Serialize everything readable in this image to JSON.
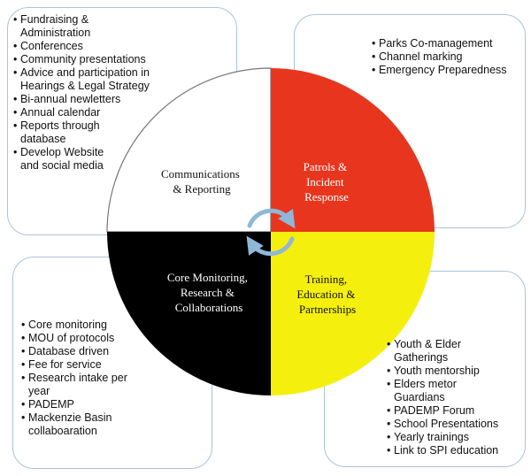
{
  "colors": {
    "communications": "#ffffff",
    "patrols": "#e8361e",
    "training": "#f5ef0e",
    "core": "#000000",
    "box_border": "#a9c4dc",
    "arrow": "#8fb8d8"
  },
  "quadrants": {
    "communications": {
      "line1": "Communications",
      "line2": "& Reporting",
      "line3": ""
    },
    "patrols": {
      "line1": "Patrols &",
      "line2": "Incident",
      "line3": "Response"
    },
    "core": {
      "line1": "Core Monitoring,",
      "line2": "Research &",
      "line3": "Collaborations"
    },
    "training": {
      "line1": "Training,",
      "line2": "Education &",
      "line3": "Partnerships"
    }
  },
  "lists": {
    "communications": [
      "Fundraising &\nAdministration",
      "Conferences",
      "Community presentations",
      "Advice and participation in\nHearings & Legal Strategy",
      "Bi-annual newletters",
      "Annual calendar",
      "Reports through\ndatabase",
      "Develop Website\nand social media"
    ],
    "patrols": [
      "Parks Co-management",
      "Channel marking",
      "Emergency Preparedness"
    ],
    "core": [
      "Core monitoring",
      "MOU of protocols",
      "Database driven",
      "Fee for service",
      "Research intake per\nyear",
      "PADEMP",
      "Mackenzie Basin\ncollaboaration"
    ],
    "training": [
      "Youth & Elder\nGatherings",
      "Youth mentorship",
      "Elders metor\nGuardians",
      "PADEMP Forum",
      "School Presentations",
      "Yearly trainings",
      "Link to SPI education"
    ]
  }
}
